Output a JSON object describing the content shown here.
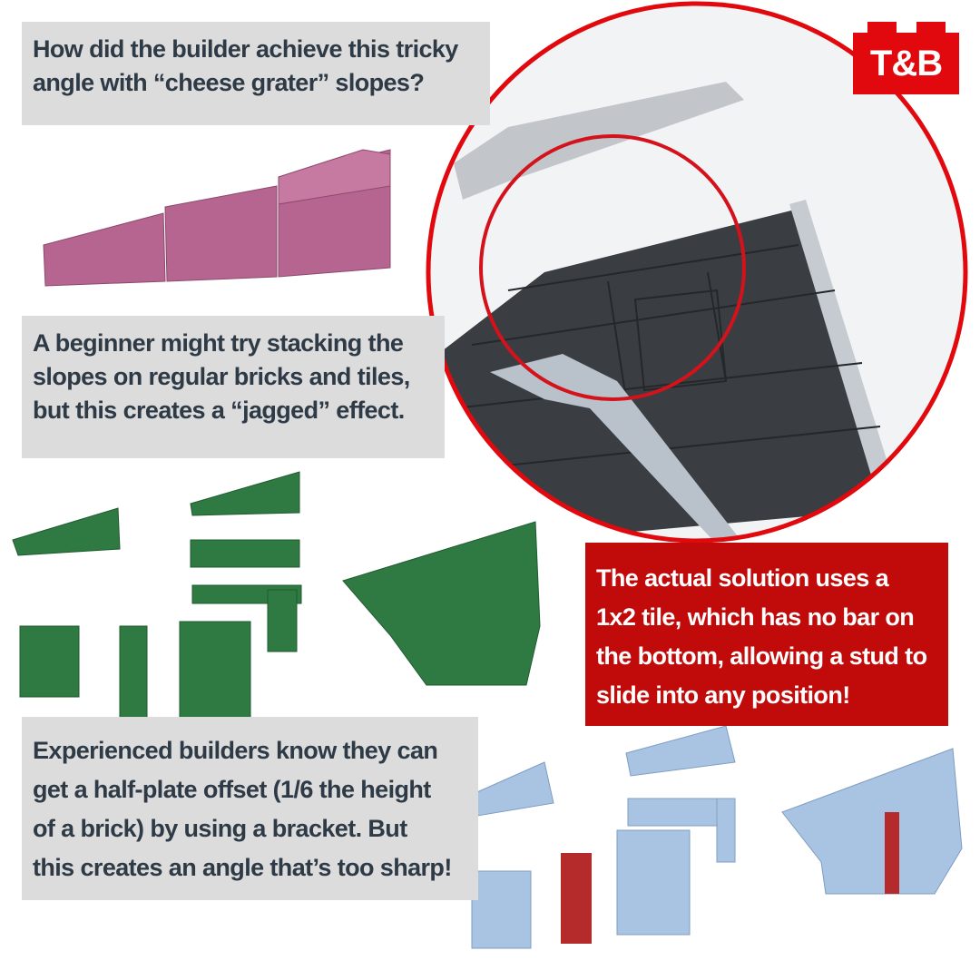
{
  "logo": {
    "text": "T&B",
    "color": "#e1090d"
  },
  "panels": {
    "question": {
      "lines": [
        "How did the builder achieve this tricky",
        "angle with “cheese grater” slopes?"
      ]
    },
    "beginner": {
      "lines": [
        "A beginner might try stacking the",
        "slopes on regular bricks and tiles,",
        "but this creates a “jagged” effect."
      ]
    },
    "experienced": {
      "lines": [
        "Experienced builders know they can",
        "get a half-plate offset (1/6 the height",
        "of a brick) by using a bracket. But",
        "this creates an angle that’s too sharp!"
      ]
    },
    "solution": {
      "lines": [
        "The actual solution uses a",
        "1x2 tile, which has no bar on",
        "the bottom, allowing a stud to",
        "slide into any position!"
      ]
    }
  },
  "colors": {
    "pink": "#b5658f",
    "green": "#2f7a42",
    "blue": "#a9c3e3",
    "tile_red": "#b52a2a",
    "dark": "#3a3e42",
    "gray_panel": "#dcdcdc",
    "red_panel": "#c10a0a"
  }
}
